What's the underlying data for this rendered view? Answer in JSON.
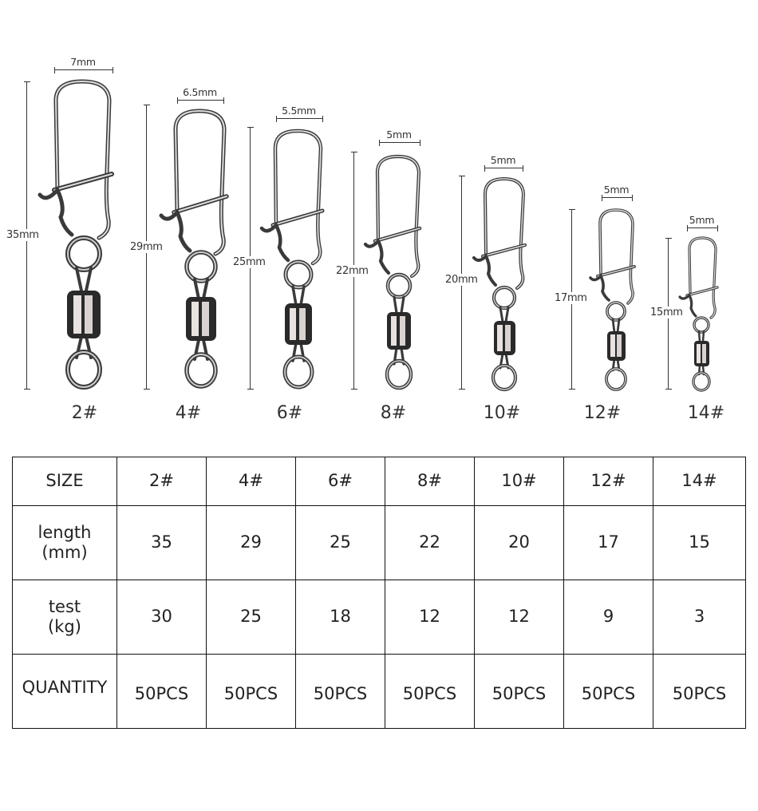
{
  "products": [
    {
      "size": "2#",
      "width_label": "7mm",
      "length_label": "35mm"
    },
    {
      "size": "4#",
      "width_label": "6.5mm",
      "length_label": "29mm"
    },
    {
      "size": "6#",
      "width_label": "5.5mm",
      "length_label": "25mm"
    },
    {
      "size": "8#",
      "width_label": "5mm",
      "length_label": "22mm"
    },
    {
      "size": "10#",
      "width_label": "5mm",
      "length_label": "20mm"
    },
    {
      "size": "12#",
      "width_label": "5mm",
      "length_label": "17mm"
    },
    {
      "size": "14#",
      "width_label": "5mm",
      "length_label": "15mm"
    }
  ],
  "table": {
    "rows": [
      {
        "header": [
          "SIZE"
        ],
        "cells": [
          "2#",
          "4#",
          "6#",
          "8#",
          "10#",
          "12#",
          "14#"
        ]
      },
      {
        "header": [
          "length",
          "(mm)"
        ],
        "cells": [
          "35",
          "29",
          "25",
          "22",
          "20",
          "17",
          "15"
        ]
      },
      {
        "header": [
          "test",
          "(kg)"
        ],
        "cells": [
          "30",
          "25",
          "18",
          "12",
          "12",
          "9",
          "3"
        ]
      },
      {
        "header": [
          "QUANTITY"
        ],
        "cells": [
          "50PCS",
          "50PCS",
          "50PCS",
          "50PCS",
          "50PCS",
          "50PCS",
          "50PCS"
        ]
      }
    ]
  },
  "chart_data": {
    "type": "table",
    "title": "Snap swivel size specifications",
    "columns": [
      "SIZE",
      "2#",
      "4#",
      "6#",
      "8#",
      "10#",
      "12#",
      "14#"
    ],
    "rows": [
      [
        "length (mm)",
        35,
        29,
        25,
        22,
        20,
        17,
        15
      ],
      [
        "test (kg)",
        30,
        25,
        18,
        12,
        12,
        9,
        3
      ],
      [
        "QUANTITY",
        "50PCS",
        "50PCS",
        "50PCS",
        "50PCS",
        "50PCS",
        "50PCS",
        "50PCS"
      ]
    ],
    "width_mm": [
      7,
      6.5,
      5.5,
      5,
      5,
      5,
      5
    ]
  }
}
